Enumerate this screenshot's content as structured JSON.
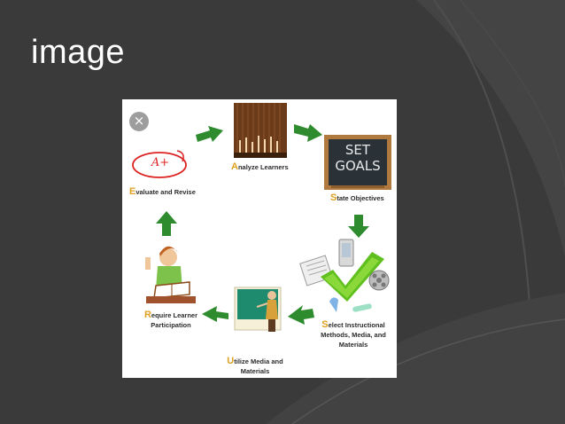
{
  "slide": {
    "title": "image"
  },
  "figure": {
    "close_glyph": "×",
    "steps": [
      {
        "initial": "A",
        "rest": "nalyze Learners"
      },
      {
        "initial": "S",
        "rest": "tate Objectives"
      },
      {
        "initial": "S",
        "rest": "elect Instructional",
        "line2": "Methods, Media, and",
        "line3": "Materials"
      },
      {
        "initial": "U",
        "rest": "tilize Media and",
        "line2": "Materials"
      },
      {
        "initial": "R",
        "rest": "equire Learner",
        "line2": "Participation"
      },
      {
        "initial": "E",
        "rest": "valuate and Revise"
      }
    ],
    "board_text": [
      "SET",
      "GOALS"
    ],
    "grade_text": "A+"
  },
  "colors": {
    "background": "#3a3a3a",
    "arrow": "#2e8b2e",
    "initial_letter": "#e0a020"
  }
}
